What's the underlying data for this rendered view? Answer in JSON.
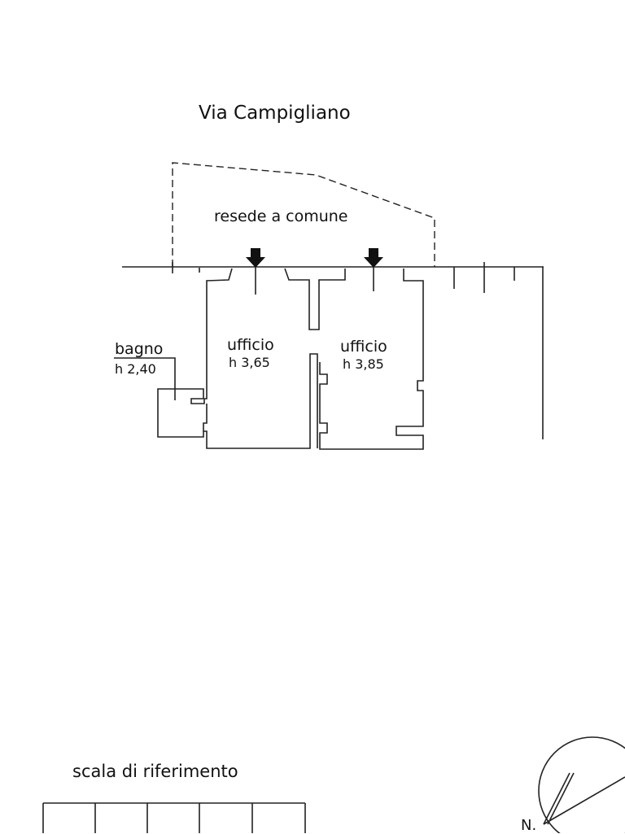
{
  "street_name": "Via Campigliano",
  "common_area_label": "resede a comune",
  "rooms": [
    {
      "name": "bagno",
      "height": "h 2,40"
    },
    {
      "name": "ufficio",
      "height": "h 3,65"
    },
    {
      "name": "ufficio",
      "height": "h 3,85"
    }
  ],
  "scale_label": "scala di riferimento",
  "north_label": "N."
}
